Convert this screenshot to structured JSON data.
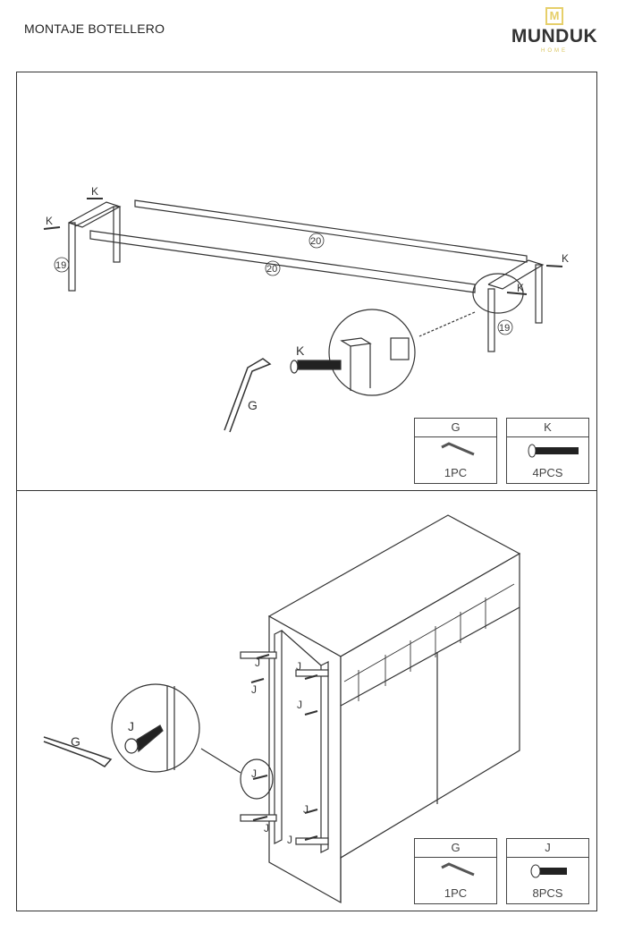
{
  "header": {
    "title": "MONTAJE BOTELLERO",
    "logo_word": "MUNDUK",
    "logo_sub": "HOME",
    "logo_mark": "M"
  },
  "step1": {
    "labels": {
      "screw": "K",
      "leg": "19",
      "rail": "20",
      "key": "G"
    },
    "parts": [
      {
        "code": "G",
        "qty": "1PC",
        "icon": "allen-key"
      },
      {
        "code": "K",
        "qty": "4PCS",
        "icon": "long-screw"
      }
    ]
  },
  "step2": {
    "labels": {
      "screw": "J",
      "key": "G"
    },
    "parts": [
      {
        "code": "G",
        "qty": "1PC",
        "icon": "allen-key"
      },
      {
        "code": "J",
        "qty": "8PCS",
        "icon": "short-screw"
      }
    ]
  },
  "colors": {
    "logo_gold": "#e6cf6a",
    "line": "#333333"
  }
}
